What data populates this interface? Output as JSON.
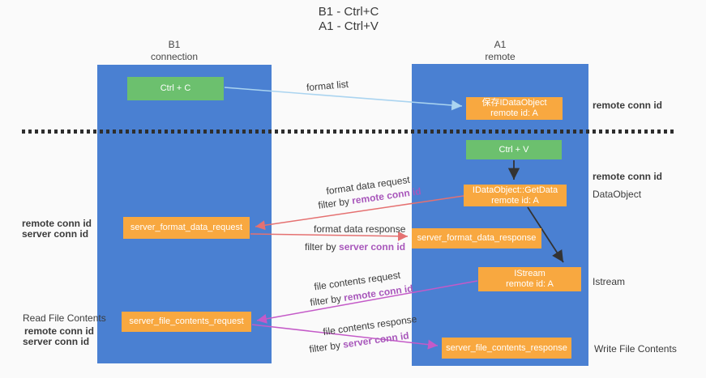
{
  "title": {
    "line1": "B1 - Ctrl+C",
    "line2": "A1 - Ctrl+V"
  },
  "columns": {
    "left": {
      "name": "B1",
      "sub": "connection"
    },
    "right": {
      "name": "A1",
      "sub": "remote"
    }
  },
  "boxes": {
    "ctrl_c": "Ctrl + C",
    "ctrl_v": "Ctrl + V",
    "save_idataobject_line1": "保存IDataObject",
    "save_idataobject_line2": "remote id: A",
    "getdata_line1": "IDataObject::GetData",
    "getdata_line2": "remote id: A",
    "format_request": "server_format_data_request",
    "format_response": "server_format_data_response",
    "istream_line1": "IStream",
    "istream_line2": "remote id: A",
    "file_request": "server_file_contents_request",
    "file_response": "server_file_contents_response"
  },
  "flow_labels": {
    "format_list": "format list",
    "format_data_request": "format data request",
    "format_data_response": "format data response",
    "file_contents_request": "file contents request",
    "file_contents_response": "file contents response",
    "filter_by": "filter by ",
    "remote_conn_id": "remote conn id",
    "server_conn_id": "server conn id"
  },
  "side_labels": {
    "remote_conn_id_right_top": "remote conn id",
    "remote_conn_id_right_mid": "remote conn id",
    "dataobject": "DataObject",
    "istream": "Istream",
    "write_file_contents": "Write File Contents",
    "remote_conn_id_left_top": "remote conn id",
    "server_conn_id_left_top": "server conn id",
    "read_file_contents": "Read File Contents",
    "remote_conn_id_left_bottom": "remote conn id",
    "server_conn_id_left_bottom": "server conn id"
  },
  "colors": {
    "column_blue": "#4a80d2",
    "box_green": "#6cc06e",
    "box_orange": "#f8a840",
    "arrow_lightblue": "#aad4f0",
    "arrow_black": "#333333",
    "arrow_red": "#e57171",
    "arrow_magenta": "#c45ac8",
    "text_purple": "#a857bb",
    "text_green": "#7cc47c"
  }
}
